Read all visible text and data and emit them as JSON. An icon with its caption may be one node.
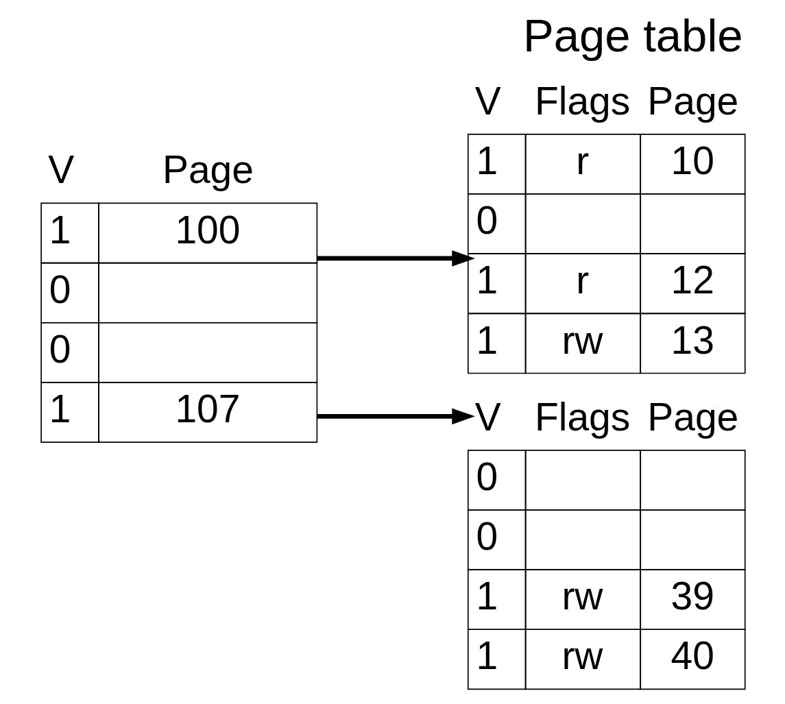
{
  "diagram": {
    "title": "Page table",
    "nodes": [
      {
        "text": [
          "V",
          "Page",
          "1",
          "100",
          "0",
          "0",
          "1",
          "107"
        ]
      },
      {
        "text": [
          "V",
          "Flags",
          "Page",
          "1",
          "r",
          "10",
          "0",
          "1",
          "r",
          "12",
          "1",
          "rw",
          "13"
        ]
      },
      {
        "text": [
          "V",
          "Flags",
          "Page",
          "0",
          "0",
          "1",
          "rw",
          "39",
          "1",
          "rw",
          "40"
        ]
      }
    ],
    "edges": [
      {
        "from": 0,
        "to": 1,
        "arrow": "to"
      },
      {
        "from": 0,
        "to": 2,
        "arrow": "to"
      }
    ]
  }
}
